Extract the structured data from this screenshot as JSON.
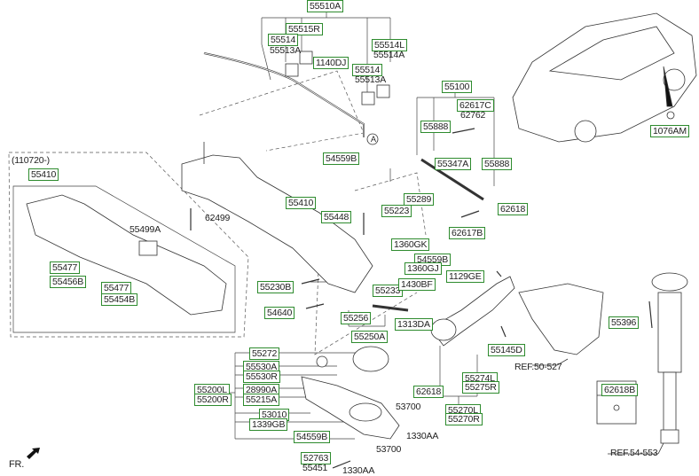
{
  "diagram": {
    "title": "Rear suspension exploded parts diagram",
    "accent_color": "#2e8b2e",
    "variant_note": "(110720-)",
    "front_indicator": "FR.",
    "callout_letter": "A",
    "references": [
      "REF.50-527",
      "REF.54-553"
    ],
    "labels": {
      "p55510A": "55510A",
      "p55515R": "55515R",
      "p55514a": "55514",
      "p55513Aa": "55513A",
      "p1140DJ": "1140DJ",
      "p55514L": "55514L",
      "p55514A": "55514A",
      "p55514b": "55514",
      "p55513Ab": "55513A",
      "p54559Ba": "54559B",
      "p55100": "55100",
      "p62617C": "62617C",
      "p62762": "62762",
      "p55888a": "55888",
      "p55347A": "55347A",
      "p55888b": "55888",
      "p62618a": "62618",
      "p62617B": "62617B",
      "p1076AM": "1076AM",
      "p55410a": "55410",
      "p55499A": "55499A",
      "p55477a": "55477",
      "p55456B": "55456B",
      "p55477b": "55477",
      "p55454B": "55454B",
      "p62499": "62499",
      "p55410b": "55410",
      "p55448": "55448",
      "p55223": "55223",
      "p55289": "55289",
      "p1360GK": "1360GK",
      "p54559Bb": "54559B",
      "p1360GJ": "1360GJ",
      "p55230B": "55230B",
      "p55233": "55233",
      "p1430BF": "1430BF",
      "p54640": "54640",
      "p55256": "55256",
      "p1313DA": "1313DA",
      "p55250A": "55250A",
      "p1129GE": "1129GE",
      "p55396": "55396",
      "p55145D": "55145D",
      "p55272": "55272",
      "p55530A": "55530A",
      "p55530R": "55530R",
      "p55200L": "55200L",
      "p55200R": "55200R",
      "p28990A": "28990A",
      "p55215A": "55215A",
      "p53010": "53010",
      "p1339GB": "1339GB",
      "p54559Bc": "54559B",
      "p55274L": "55274L",
      "p55275R": "55275R",
      "p62618b": "62618",
      "p62618B": "62618B",
      "p53700a": "53700",
      "p1330AAa": "1330AA",
      "p55270L": "55270L",
      "p55270R": "55270R",
      "p53700b": "53700",
      "p52763": "52763",
      "p55451": "55451",
      "p1330AAb": "1330AA"
    }
  }
}
